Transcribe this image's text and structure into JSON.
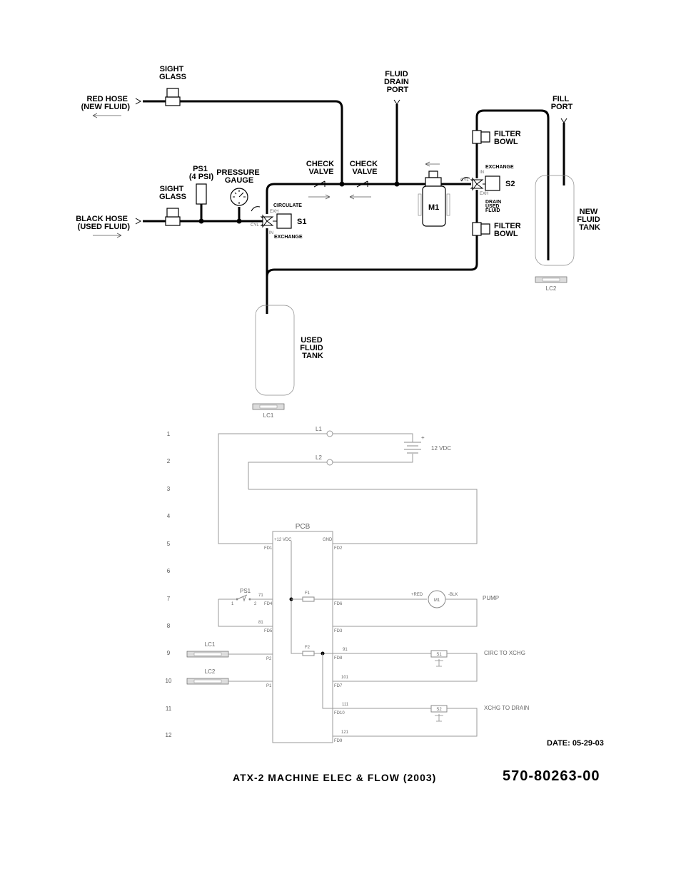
{
  "flow": {
    "sight_glass_top": [
      "SIGHT",
      "GLASS"
    ],
    "sight_glass_bottom": [
      "SIGHT",
      "GLASS"
    ],
    "red_hose": [
      "RED HOSE",
      "(NEW FLUID)"
    ],
    "black_hose": [
      "BLACK HOSE",
      "(USED FLUID)"
    ],
    "ps1": [
      "PS1",
      "(4 PSI)"
    ],
    "pressure_gauge": [
      "PRESSURE",
      "GAUGE"
    ],
    "check_valve_1": [
      "CHECK",
      "VALVE"
    ],
    "check_valve_2": [
      "CHECK",
      "VALVE"
    ],
    "fluid_drain_port": [
      "FLUID",
      "DRAIN",
      "PORT"
    ],
    "fill_port": [
      "FILL",
      "PORT"
    ],
    "filter_bowl_top": [
      "FILTER",
      "BOWL"
    ],
    "filter_bowl_bottom": [
      "FILTER",
      "BOWL"
    ],
    "new_fluid_tank": [
      "NEW",
      "FLUID",
      "TANK"
    ],
    "used_fluid_tank": [
      "USED",
      "FLUID",
      "TANK"
    ],
    "s1": "S1",
    "s2": "S2",
    "m1": "M1",
    "circulate": "CIRCULATE",
    "exchange_s1": "EXCHANGE",
    "exchange_s2": "EXCHANGE",
    "drain_used_fluid": [
      "DRAIN",
      "USED",
      "FLUID"
    ],
    "exh_s1": "EXH",
    "cyl_s1": "CYL",
    "in_s1": "IN",
    "cyl_s2": "CYL",
    "in_s2": "IN",
    "exh_s2": "EXH",
    "lc1": "LC1",
    "lc2": "LC2"
  },
  "elec": {
    "row_numbers": [
      "1",
      "2",
      "3",
      "4",
      "5",
      "6",
      "7",
      "8",
      "9",
      "10",
      "11",
      "12"
    ],
    "l1": "L1",
    "l2": "L2",
    "battery_plus": "+",
    "battery_label": "12 VDC",
    "pcb": "PCB",
    "pcb_12vdc": "+12 VDC",
    "pcb_gnd": "GND",
    "fd1": "FD1",
    "fd2": "FD2",
    "fd4": "FD4",
    "fd5": "FD5",
    "fd6": "FD6",
    "fd3": "FD3",
    "fd8": "FD8",
    "fd7": "FD7",
    "fd10": "FD10",
    "fd9": "FD9",
    "p2": "P2",
    "p1": "P1",
    "ps1": "PS1",
    "ps1_pin1": "1",
    "ps1_pin2": "2",
    "wire_71": "71",
    "wire_81": "81",
    "wire_91": "91",
    "wire_101": "101",
    "wire_111": "111",
    "wire_121": "121",
    "f1": "F1",
    "f2": "F2",
    "m1": "M1",
    "m1_red": "+RED",
    "m1_blk": "-BLK",
    "pump": "PUMP",
    "lc1": "LC1",
    "lc2": "LC2",
    "s1": "S1",
    "s2": "S2",
    "s1_label": "CIRC TO XCHG",
    "s2_label": "XCHG TO DRAIN"
  },
  "footer": {
    "date": "DATE: 05-29-03",
    "title": "ATX-2 MACHINE ELEC & FLOW (2003)",
    "part_number": "570-80263-00"
  }
}
